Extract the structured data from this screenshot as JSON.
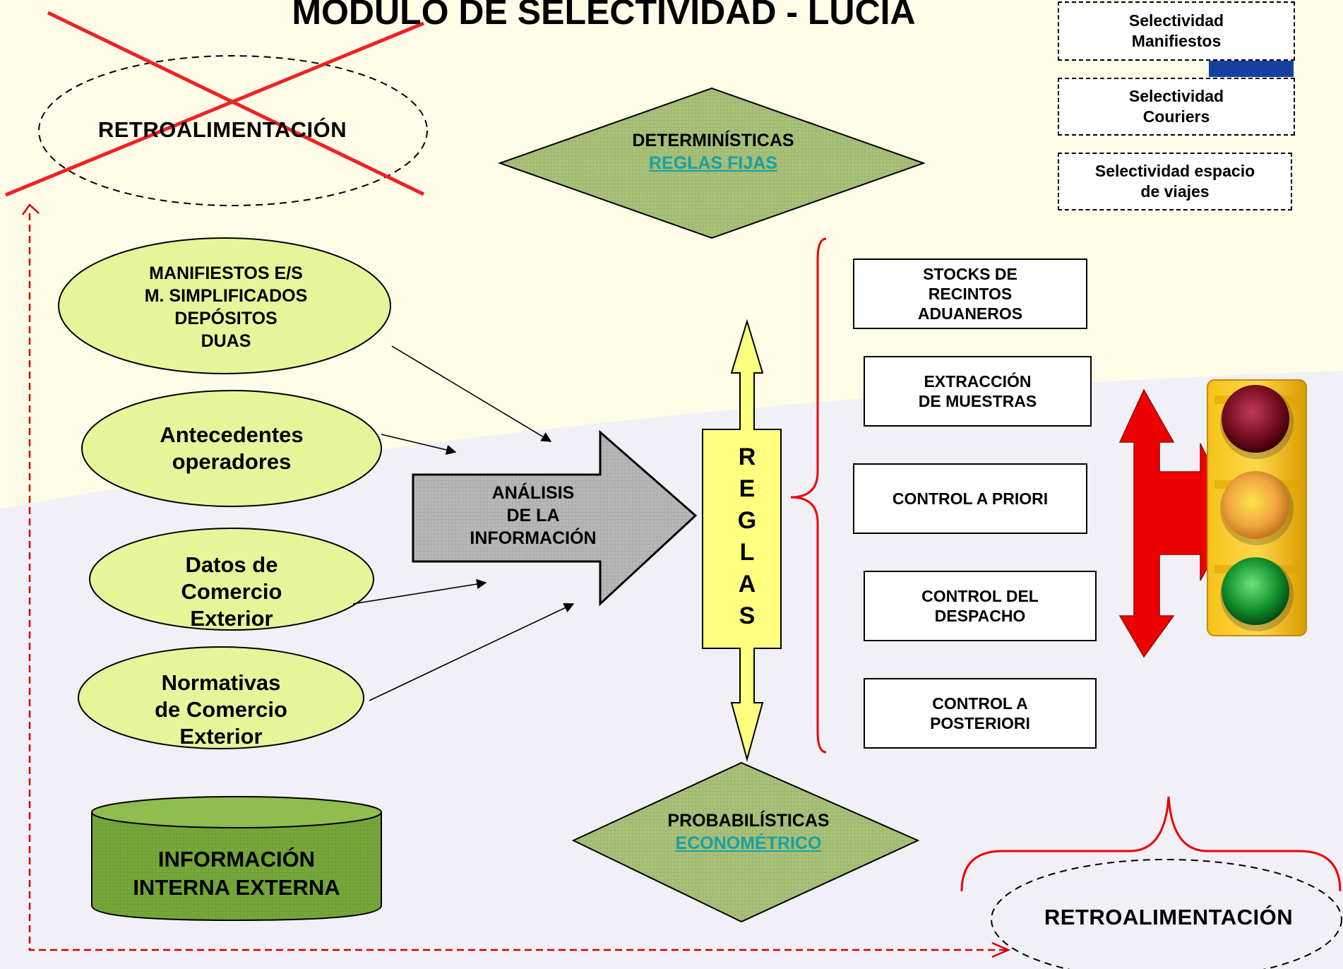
{
  "title": "MÓDULO DE SELECTIVIDAD  - LUCIA",
  "top_right_boxes": [
    "Selectividad\nManifiestos",
    "Selectividad\nCouriers",
    "Selectividad espacio\nde viajes"
  ],
  "feedback_crossed": "RETROALIMENTACIÓN",
  "deterministic": {
    "title": "DETERMINÍSTICAS",
    "link": "REGLAS FIJAS"
  },
  "probabilistic": {
    "title": "PROBABILÍSTICAS",
    "link": "ECONOMÉTRICO"
  },
  "inputs": [
    "MANIFIESTOS E/S\nM. SIMPLIFICADOS\nDEPÓSITOS\nDUAS",
    "Antecedentes\noperadores",
    "Datos  de\nComercio\nExterior",
    "Normativas\nde Comercio\nExterior"
  ],
  "analysis": "ANÁLISIS\nDE LA\nINFORMACIÓN",
  "rules_letters": [
    "R",
    "E",
    "G",
    "L",
    "A",
    "S"
  ],
  "controls": [
    "STOCKS DE\nRECINTOS\nADUANEROS",
    "EXTRACCIÓN\nDE MUESTRAS",
    "CONTROL A PRIORI",
    "CONTROL DEL\nDESPACHO",
    "CONTROL A\nPOSTERIORI"
  ],
  "database": "INFORMACIÓN\nINTERNA EXTERNA",
  "feedback_bottom": "RETROALIMENTACIÓN",
  "colors": {
    "ellipse_fill": "#e6f59a",
    "diamond_fill": "#a9c27a",
    "database_fill": "#77a83a",
    "reglas_fill": "#ffff80",
    "analysis_fill": "#b8b8b8",
    "red": "#ee0000",
    "link": "#1aa0a0"
  }
}
